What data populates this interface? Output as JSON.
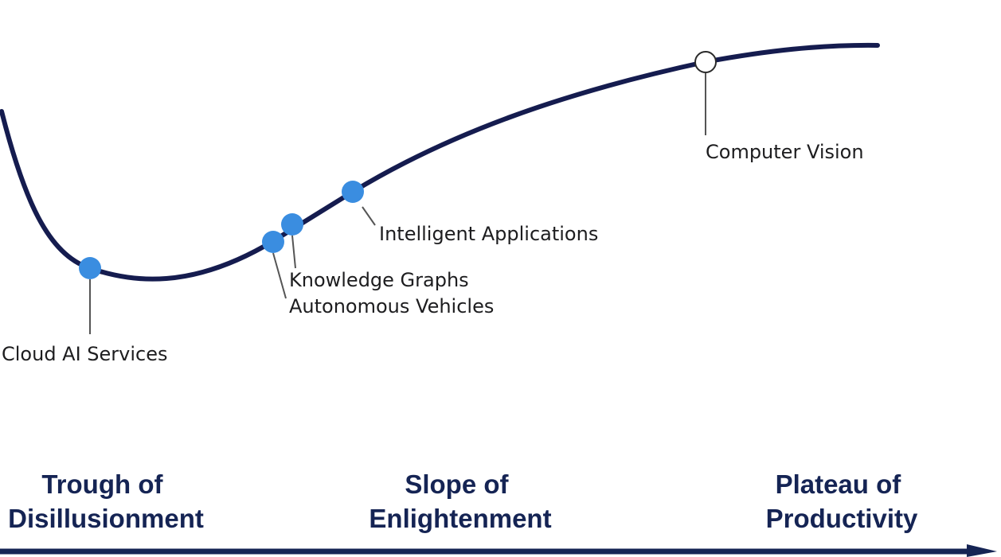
{
  "colors": {
    "curve": "#151c4f",
    "adopted_marker": "#3a8de0",
    "mature_marker_fill": "#ffffff",
    "mature_marker_stroke": "#2a2a2a",
    "leader": "#555555",
    "axis": "#152454",
    "phase_text": "#152454",
    "label_text": "#1d1d1f"
  },
  "technologies": [
    {
      "label": "Cloud AI Services",
      "marker": "adopted"
    },
    {
      "label": "Autonomous Vehicles",
      "marker": "adopted"
    },
    {
      "label": "Knowledge Graphs",
      "marker": "adopted"
    },
    {
      "label": "Intelligent Applications",
      "marker": "adopted"
    },
    {
      "label": "Computer Vision",
      "marker": "mature"
    }
  ],
  "phases": [
    {
      "line1": "Trough of",
      "line2": "Disillusionment"
    },
    {
      "line1": "Slope of",
      "line2": "Enlightenment"
    },
    {
      "line1": "Plateau of",
      "line2": "Productivity"
    }
  ]
}
